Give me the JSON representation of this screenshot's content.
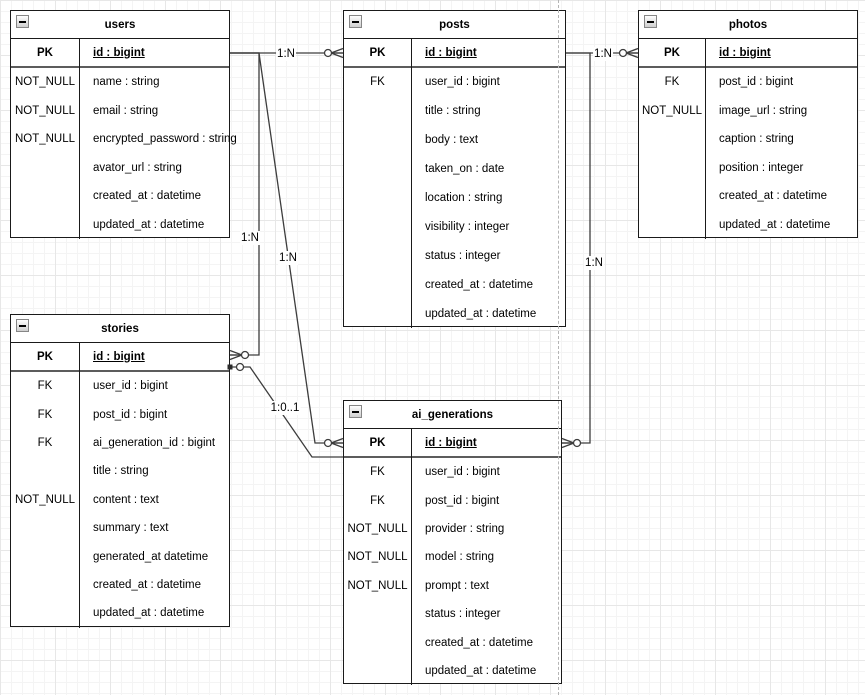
{
  "diagram": {
    "type": "entity-relationship",
    "colors": {
      "edge": "#3d3d3d",
      "table_border": "#1a1a1a",
      "grid_minor": "#f4f4f4",
      "grid_major": "#e7e7e7",
      "page_break": "#b5b5b5",
      "pk_divider": "#5c5c5c"
    },
    "icons": {
      "collapse": "minus-icon"
    },
    "tables": [
      {
        "name": "users",
        "rows": [
          {
            "key": "PK",
            "field": "id : bigint",
            "pk": true
          },
          {
            "key": "NOT_NULL",
            "field": "name : string",
            "pk": false
          },
          {
            "key": "NOT_NULL",
            "field": "email : string",
            "pk": false
          },
          {
            "key": "NOT_NULL",
            "field": "encrypted_password : string",
            "pk": false
          },
          {
            "key": "",
            "field": "avator_url : string",
            "pk": false
          },
          {
            "key": "",
            "field": "created_at : datetime",
            "pk": false
          },
          {
            "key": "",
            "field": "updated_at : datetime",
            "pk": false
          }
        ]
      },
      {
        "name": "posts",
        "rows": [
          {
            "key": "PK",
            "field": "id : bigint",
            "pk": true
          },
          {
            "key": "FK",
            "field": "user_id : bigint",
            "pk": false
          },
          {
            "key": "",
            "field": "title : string",
            "pk": false
          },
          {
            "key": "",
            "field": "body : text",
            "pk": false
          },
          {
            "key": "",
            "field": "taken_on : date",
            "pk": false
          },
          {
            "key": "",
            "field": "location : string",
            "pk": false
          },
          {
            "key": "",
            "field": "visibility : integer",
            "pk": false
          },
          {
            "key": "",
            "field": "status : integer",
            "pk": false
          },
          {
            "key": "",
            "field": "created_at : datetime",
            "pk": false
          },
          {
            "key": "",
            "field": "updated_at : datetime",
            "pk": false
          }
        ]
      },
      {
        "name": "photos",
        "rows": [
          {
            "key": "PK",
            "field": "id : bigint",
            "pk": true
          },
          {
            "key": "FK",
            "field": "post_id : bigint",
            "pk": false
          },
          {
            "key": "NOT_NULL",
            "field": "image_url : string",
            "pk": false
          },
          {
            "key": "",
            "field": "caption : string",
            "pk": false
          },
          {
            "key": "",
            "field": "position : integer",
            "pk": false
          },
          {
            "key": "",
            "field": "created_at : datetime",
            "pk": false
          },
          {
            "key": "",
            "field": "updated_at : datetime",
            "pk": false
          }
        ]
      },
      {
        "name": "stories",
        "rows": [
          {
            "key": "PK",
            "field": "id : bigint",
            "pk": true
          },
          {
            "key": "FK",
            "field": "user_id : bigint",
            "pk": false
          },
          {
            "key": "FK",
            "field": "post_id : bigint",
            "pk": false
          },
          {
            "key": "FK",
            "field": "ai_generation_id : bigint",
            "pk": false
          },
          {
            "key": "",
            "field": "title : string",
            "pk": false
          },
          {
            "key": "NOT_NULL",
            "field": "content : text",
            "pk": false
          },
          {
            "key": "",
            "field": "summary : text",
            "pk": false
          },
          {
            "key": "",
            "field": "generated_at datetime",
            "pk": false
          },
          {
            "key": "",
            "field": "created_at : datetime",
            "pk": false
          },
          {
            "key": "",
            "field": "updated_at : datetime",
            "pk": false
          }
        ]
      },
      {
        "name": "ai_generations",
        "rows": [
          {
            "key": "PK",
            "field": "id : bigint",
            "pk": true
          },
          {
            "key": "FK",
            "field": "user_id : bigint",
            "pk": false
          },
          {
            "key": "FK",
            "field": "post_id : bigint",
            "pk": false
          },
          {
            "key": "NOT_NULL",
            "field": "provider : string",
            "pk": false
          },
          {
            "key": "NOT_NULL",
            "field": "model : string",
            "pk": false
          },
          {
            "key": "NOT_NULL",
            "field": "prompt : text",
            "pk": false
          },
          {
            "key": "",
            "field": "status : integer",
            "pk": false
          },
          {
            "key": "",
            "field": "created_at : datetime",
            "pk": false
          },
          {
            "key": "",
            "field": "updated_at : datetime",
            "pk": false
          }
        ]
      }
    ],
    "relationships": [
      {
        "label": "1:N",
        "from": "users",
        "to": "posts"
      },
      {
        "label": "1:N",
        "from": "posts",
        "to": "photos"
      },
      {
        "label": "1:N",
        "from": "posts",
        "to": "ai_generations"
      },
      {
        "label": "1:N",
        "from": "users",
        "to": "stories"
      },
      {
        "label": "1:N",
        "from": "users",
        "to": "ai_generations"
      },
      {
        "label": "1:0..1",
        "from": "ai_generations",
        "to": "stories"
      }
    ]
  }
}
